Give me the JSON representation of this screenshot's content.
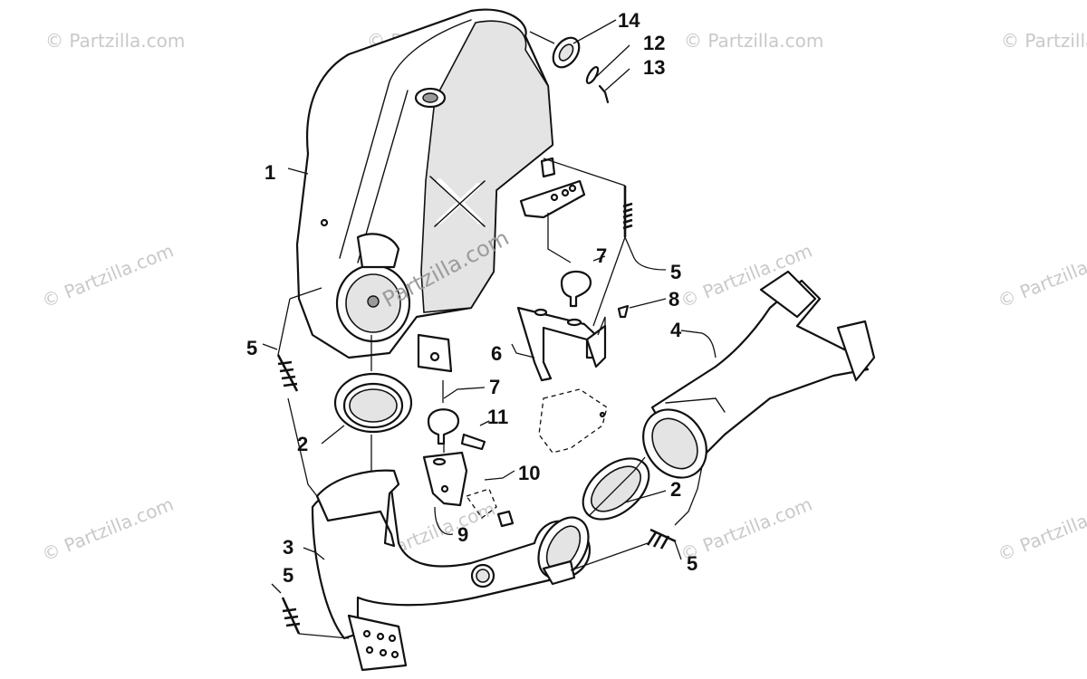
{
  "watermark": {
    "text": "© Partzilla.com",
    "center_text": "Partzilla.com"
  },
  "callouts": [
    {
      "id": "c1",
      "label": "1"
    },
    {
      "id": "c2a",
      "label": "2"
    },
    {
      "id": "c2b",
      "label": "2"
    },
    {
      "id": "c3",
      "label": "3"
    },
    {
      "id": "c4",
      "label": "4"
    },
    {
      "id": "c5a",
      "label": "5"
    },
    {
      "id": "c5b",
      "label": "5"
    },
    {
      "id": "c5c",
      "label": "5"
    },
    {
      "id": "c5d",
      "label": "5"
    },
    {
      "id": "c6",
      "label": "6"
    },
    {
      "id": "c7a",
      "label": "7"
    },
    {
      "id": "c7b",
      "label": "7"
    },
    {
      "id": "c8",
      "label": "8"
    },
    {
      "id": "c9",
      "label": "9"
    },
    {
      "id": "c10",
      "label": "10"
    },
    {
      "id": "c11",
      "label": "11"
    },
    {
      "id": "c12",
      "label": "12"
    },
    {
      "id": "c13",
      "label": "13"
    },
    {
      "id": "c14",
      "label": "14"
    }
  ]
}
